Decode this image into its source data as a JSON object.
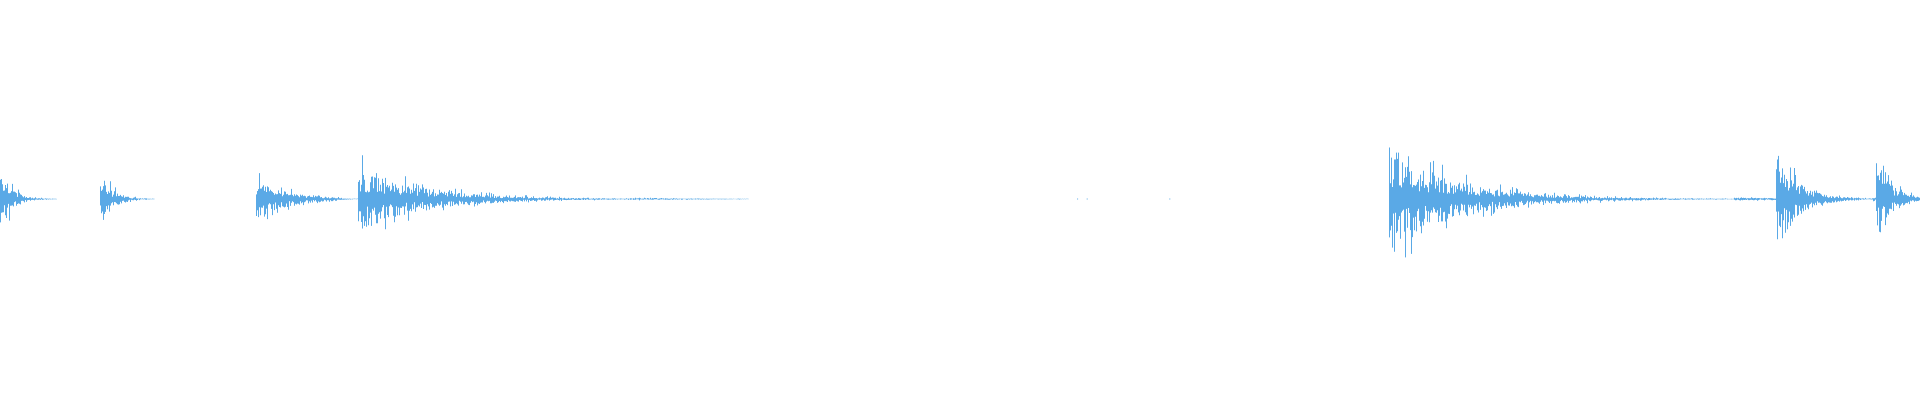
{
  "waveform": {
    "color": "#5aa9e6",
    "background": "#ffffff",
    "bursts": [
      {
        "start": 0.0,
        "peak": 0.58,
        "decay": 0.25,
        "length": 0.02
      },
      {
        "start": 0.052,
        "peak": 0.45,
        "decay": 0.3,
        "length": 0.02
      },
      {
        "start": 0.133,
        "peak": 0.35,
        "decay": 0.35,
        "length": 0.045
      },
      {
        "start": 0.186,
        "peak": 0.55,
        "decay": 0.22,
        "length": 0.14
      },
      {
        "start": 0.723,
        "peak": 0.88,
        "decay": 0.18,
        "length": 0.18
      },
      {
        "start": 0.925,
        "peak": 0.88,
        "decay": 0.2,
        "length": 0.05
      },
      {
        "start": 0.977,
        "peak": 0.7,
        "decay": 0.3,
        "length": 0.025
      }
    ],
    "specks": [
      0.561,
      0.566,
      0.609
    ]
  }
}
